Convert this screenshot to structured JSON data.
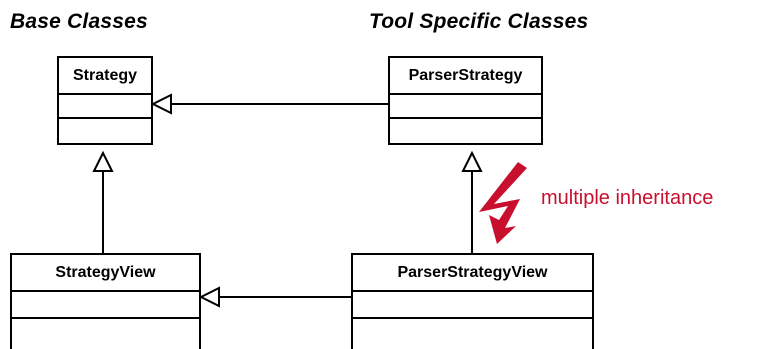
{
  "headings": {
    "base": "Base Classes",
    "tool": "Tool Specific Classes"
  },
  "classes": {
    "strategy": "Strategy",
    "parser_strategy": "ParserStrategy",
    "strategy_view": "StrategyView",
    "parser_strategy_view": "ParserStrategyView"
  },
  "annotation": {
    "text": "multiple inheritance",
    "color": "#c8102e"
  },
  "icons": {
    "lightning": "lightning-bolt-icon",
    "generalization": "hollow-triangle-arrowhead"
  }
}
